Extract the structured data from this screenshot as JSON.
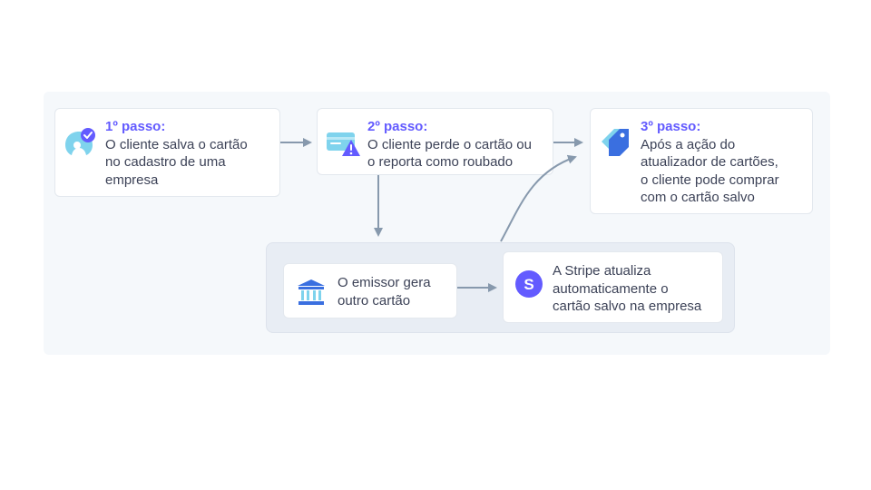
{
  "steps": {
    "step1": {
      "title": "1º passo:",
      "lines": [
        "O cliente salva o cartão",
        "no cadastro de uma",
        "empresa"
      ]
    },
    "step2": {
      "title": "2º passo:",
      "lines": [
        "O cliente perde o cartão ou",
        "o reporta como roubado"
      ]
    },
    "step3": {
      "title": "3º passo:",
      "lines": [
        "Após a ação do",
        "atualizador de cartões,",
        "o cliente pode comprar",
        "com o cartão salvo"
      ]
    }
  },
  "issuer": {
    "lines": [
      "O emissor gera",
      "outro cartão"
    ]
  },
  "stripe": {
    "logo_letter": "S",
    "lines": [
      "A Stripe atualiza",
      "automaticamente o",
      "cartão salvo na empresa"
    ]
  },
  "colors": {
    "accent": "#635bff",
    "arrow": "#8799ad",
    "cyan": "#7fd3ed",
    "blue": "#3a6fe0"
  },
  "icons": [
    "user-check-icon",
    "card-warning-icon",
    "tag-icon",
    "bank-icon",
    "stripe-logo-icon"
  ]
}
